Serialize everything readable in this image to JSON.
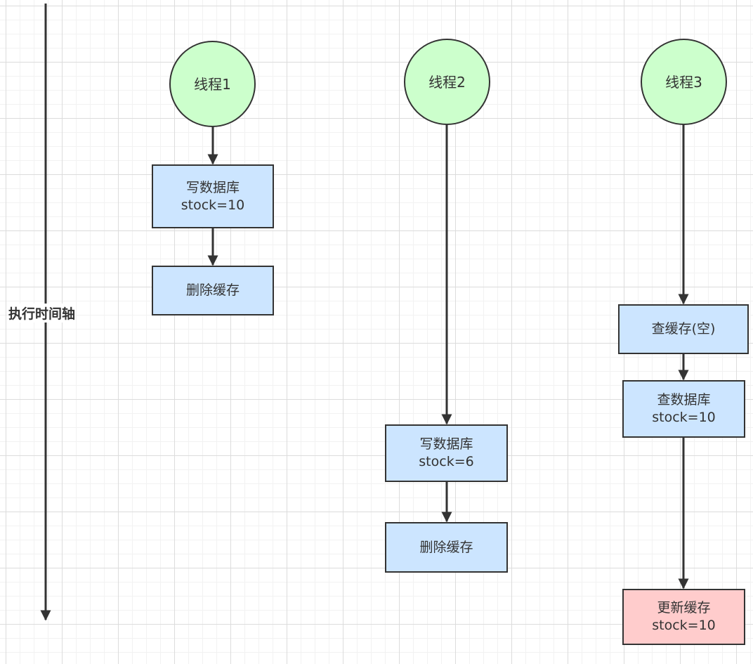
{
  "axis": {
    "label": "执行时间轴"
  },
  "thread1": {
    "title": "线程1",
    "write_db": {
      "line1": "写数据库",
      "line2": "stock=10"
    },
    "delete_cache": "删除缓存"
  },
  "thread2": {
    "title": "线程2",
    "write_db": {
      "line1": "写数据库",
      "line2": "stock=6"
    },
    "delete_cache": "删除缓存"
  },
  "thread3": {
    "title": "线程3",
    "query_cache": "查缓存(空)",
    "query_db": {
      "line1": "查数据库",
      "line2": "stock=10"
    },
    "update_cache": {
      "line1": "更新缓存",
      "line2": "stock=10"
    }
  },
  "colors": {
    "circle_fill": "#ccffcc",
    "box_fill": "#cce5ff",
    "highlight_fill": "#ffcccc",
    "stroke": "#333333"
  }
}
